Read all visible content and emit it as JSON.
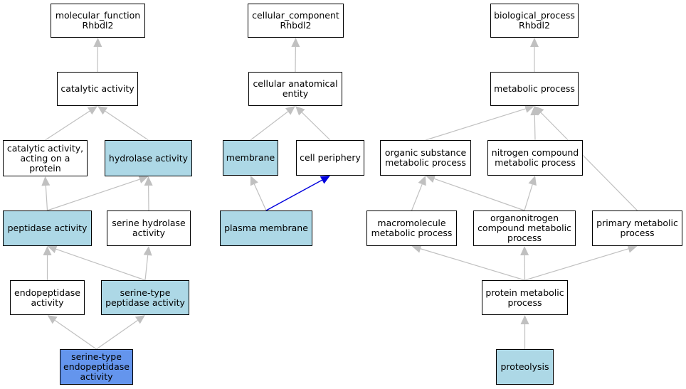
{
  "colors": {
    "plain": "#ffffff",
    "annotated": "#add8e6",
    "query": "#6495ed",
    "edge": "#c0c0c0",
    "highlight_edge": "#0000dd"
  },
  "nodes": {
    "mf_root": {
      "label": "molecular_function\nRhbdl2",
      "style": "plain"
    },
    "catalytic_activity": {
      "label": "catalytic activity",
      "style": "plain"
    },
    "catalytic_on_protein": {
      "label": "catalytic activity,\nacting on a\nprotein",
      "style": "plain"
    },
    "hydrolase_activity": {
      "label": "hydrolase activity",
      "style": "annotated"
    },
    "peptidase_activity": {
      "label": "peptidase activity",
      "style": "annotated"
    },
    "serine_hydrolase_activity": {
      "label": "serine hydrolase\nactivity",
      "style": "plain"
    },
    "endopeptidase_activity": {
      "label": "endopeptidase\nactivity",
      "style": "plain"
    },
    "serine_type_peptidase": {
      "label": "serine-type\npeptidase activity",
      "style": "annotated"
    },
    "serine_type_endopeptidase": {
      "label": "serine-type\nendopeptidase\nactivity",
      "style": "query"
    },
    "cc_root": {
      "label": "cellular_component\nRhbdl2",
      "style": "plain"
    },
    "cellular_anatomical_entity": {
      "label": "cellular anatomical\nentity",
      "style": "plain"
    },
    "membrane": {
      "label": "membrane",
      "style": "annotated"
    },
    "cell_periphery": {
      "label": "cell periphery",
      "style": "plain"
    },
    "plasma_membrane": {
      "label": "plasma membrane",
      "style": "annotated"
    },
    "bp_root": {
      "label": "biological_process\nRhbdl2",
      "style": "plain"
    },
    "metabolic_process": {
      "label": "metabolic process",
      "style": "plain"
    },
    "organic_substance_mp": {
      "label": "organic substance\nmetabolic process",
      "style": "plain"
    },
    "nitrogen_compound_mp": {
      "label": "nitrogen compound\nmetabolic process",
      "style": "plain"
    },
    "macromolecule_mp": {
      "label": "macromolecule\nmetabolic process",
      "style": "plain"
    },
    "organonitrogen_mp": {
      "label": "organonitrogen\ncompound metabolic\nprocess",
      "style": "plain"
    },
    "primary_mp": {
      "label": "primary metabolic\nprocess",
      "style": "plain"
    },
    "protein_mp": {
      "label": "protein metabolic\nprocess",
      "style": "plain"
    },
    "proteolysis": {
      "label": "proteolysis",
      "style": "annotated"
    }
  },
  "edges": [
    {
      "from": "catalytic_activity",
      "to": "mf_root"
    },
    {
      "from": "catalytic_on_protein",
      "to": "catalytic_activity"
    },
    {
      "from": "hydrolase_activity",
      "to": "catalytic_activity"
    },
    {
      "from": "peptidase_activity",
      "to": "catalytic_on_protein"
    },
    {
      "from": "peptidase_activity",
      "to": "hydrolase_activity"
    },
    {
      "from": "serine_hydrolase_activity",
      "to": "hydrolase_activity"
    },
    {
      "from": "endopeptidase_activity",
      "to": "peptidase_activity"
    },
    {
      "from": "serine_type_peptidase",
      "to": "peptidase_activity"
    },
    {
      "from": "serine_type_peptidase",
      "to": "serine_hydrolase_activity"
    },
    {
      "from": "serine_type_endopeptidase",
      "to": "endopeptidase_activity"
    },
    {
      "from": "serine_type_endopeptidase",
      "to": "serine_type_peptidase"
    },
    {
      "from": "cellular_anatomical_entity",
      "to": "cc_root"
    },
    {
      "from": "membrane",
      "to": "cellular_anatomical_entity"
    },
    {
      "from": "cell_periphery",
      "to": "cellular_anatomical_entity"
    },
    {
      "from": "plasma_membrane",
      "to": "membrane"
    },
    {
      "from": "plasma_membrane",
      "to": "cell_periphery",
      "highlight": true
    },
    {
      "from": "metabolic_process",
      "to": "bp_root"
    },
    {
      "from": "organic_substance_mp",
      "to": "metabolic_process"
    },
    {
      "from": "nitrogen_compound_mp",
      "to": "metabolic_process"
    },
    {
      "from": "primary_mp",
      "to": "metabolic_process"
    },
    {
      "from": "macromolecule_mp",
      "to": "organic_substance_mp"
    },
    {
      "from": "organonitrogen_mp",
      "to": "organic_substance_mp"
    },
    {
      "from": "organonitrogen_mp",
      "to": "nitrogen_compound_mp"
    },
    {
      "from": "protein_mp",
      "to": "macromolecule_mp"
    },
    {
      "from": "protein_mp",
      "to": "organonitrogen_mp"
    },
    {
      "from": "protein_mp",
      "to": "primary_mp"
    },
    {
      "from": "proteolysis",
      "to": "protein_mp"
    }
  ]
}
